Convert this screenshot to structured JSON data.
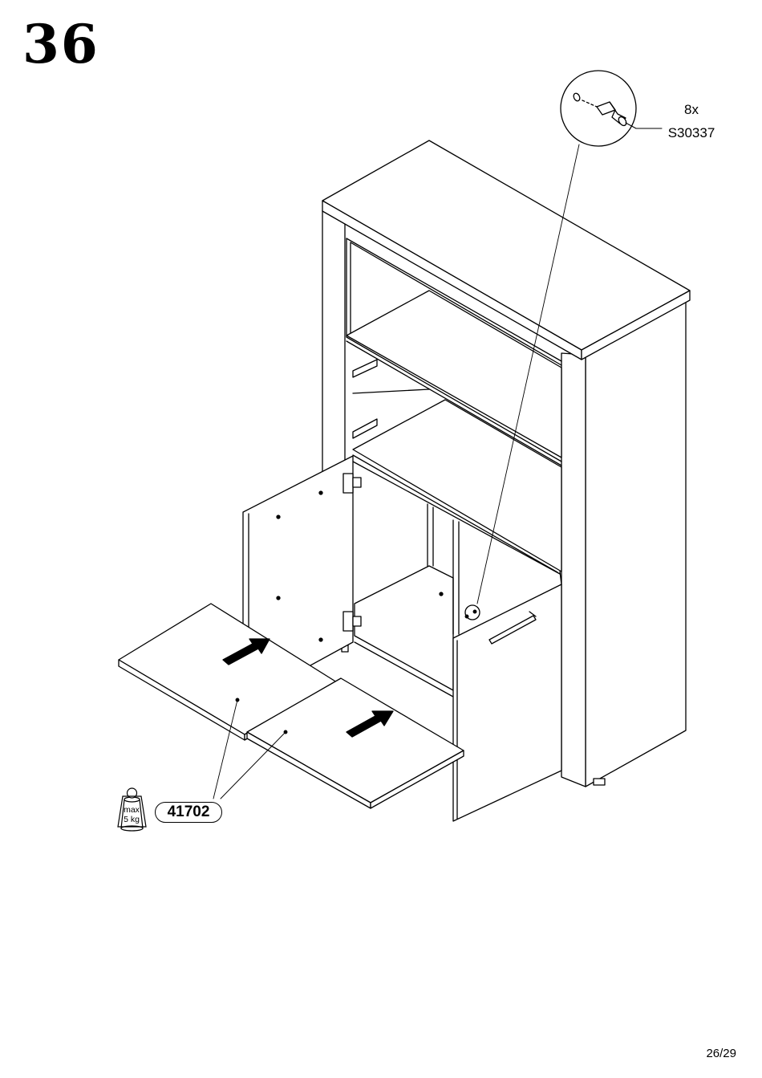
{
  "step": {
    "number": "36"
  },
  "hardware": {
    "quantity": "8x",
    "code": "S30337",
    "icon": "shelf-pin-icon"
  },
  "shelf_part": {
    "code": "41702"
  },
  "weight_limit": {
    "line1": "max",
    "line2": "5 kg",
    "icon": "weight-icon"
  },
  "page": {
    "number": "26/29"
  }
}
